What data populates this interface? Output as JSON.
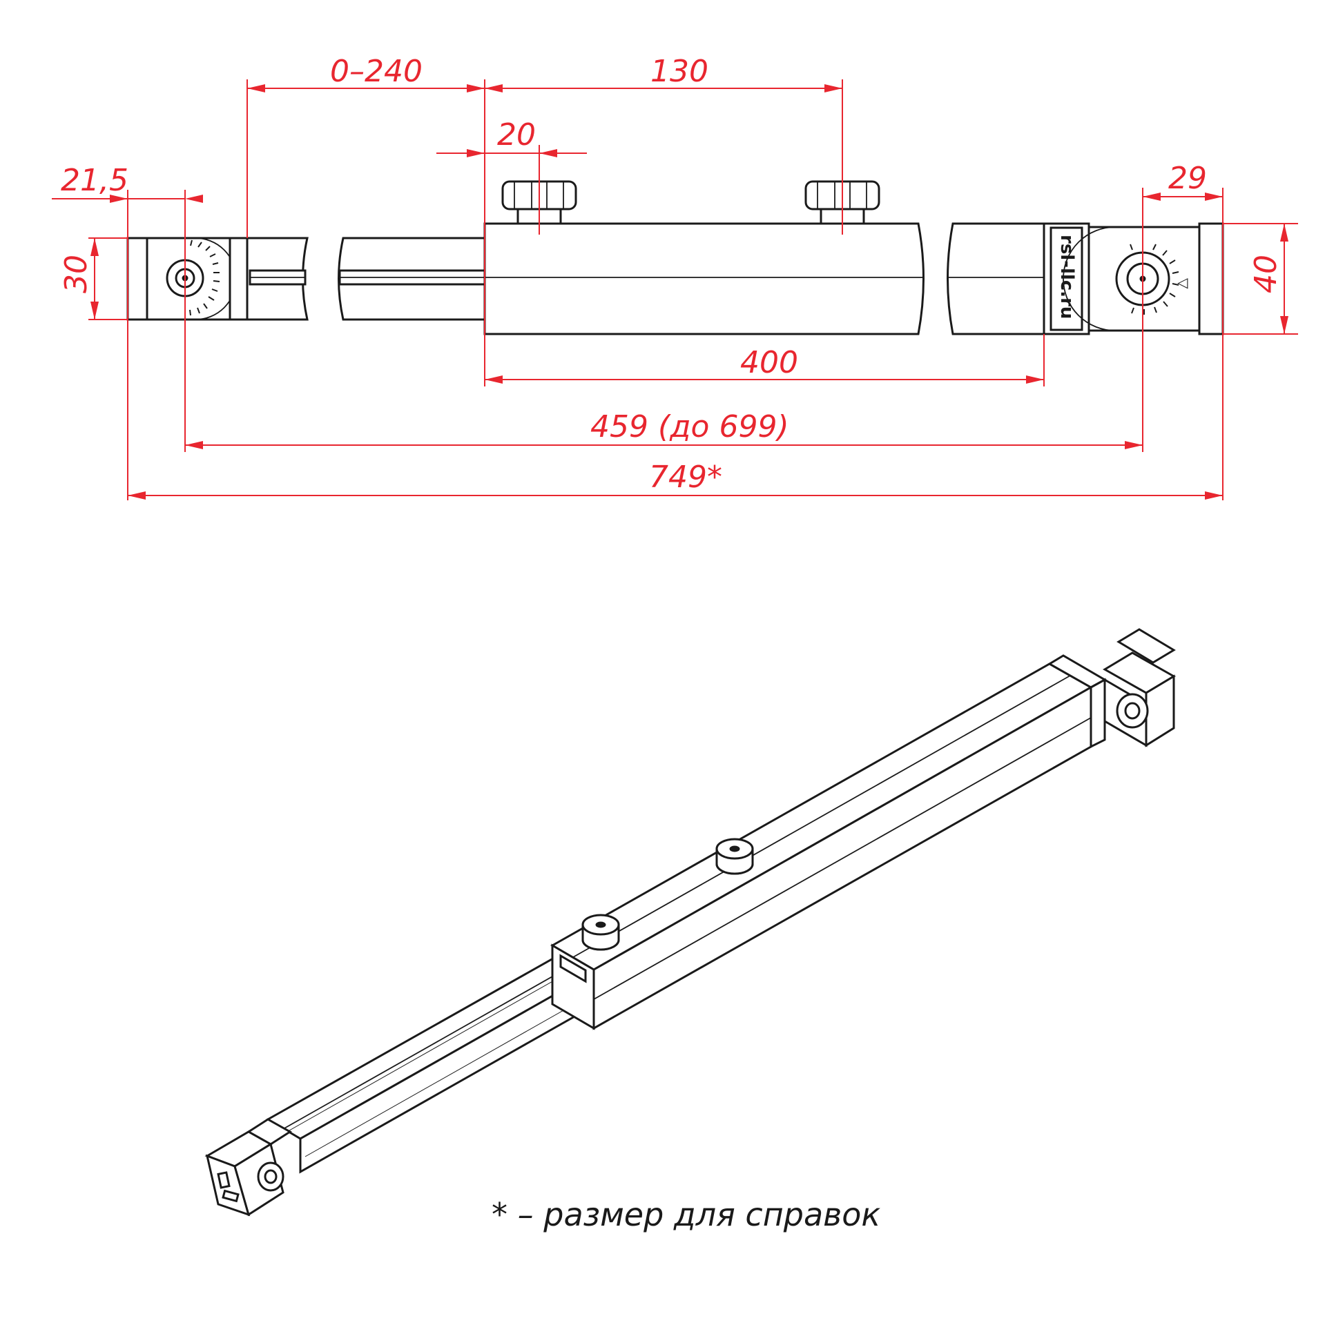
{
  "dimensions": {
    "d_21_5": "21,5",
    "d_0_240": "0–240",
    "d_130": "130",
    "d_20": "20",
    "d_29": "29",
    "d_30": "30",
    "d_40": "40",
    "d_400": "400",
    "d_459": "459 (до 699)",
    "d_749": "749*"
  },
  "markings": {
    "brand": "rsl-llc.ru",
    "triangle": "◁"
  },
  "footnote": "* – размер для справок",
  "colors": {
    "dimension": "#e8262f",
    "line": "#1a1a1a"
  }
}
